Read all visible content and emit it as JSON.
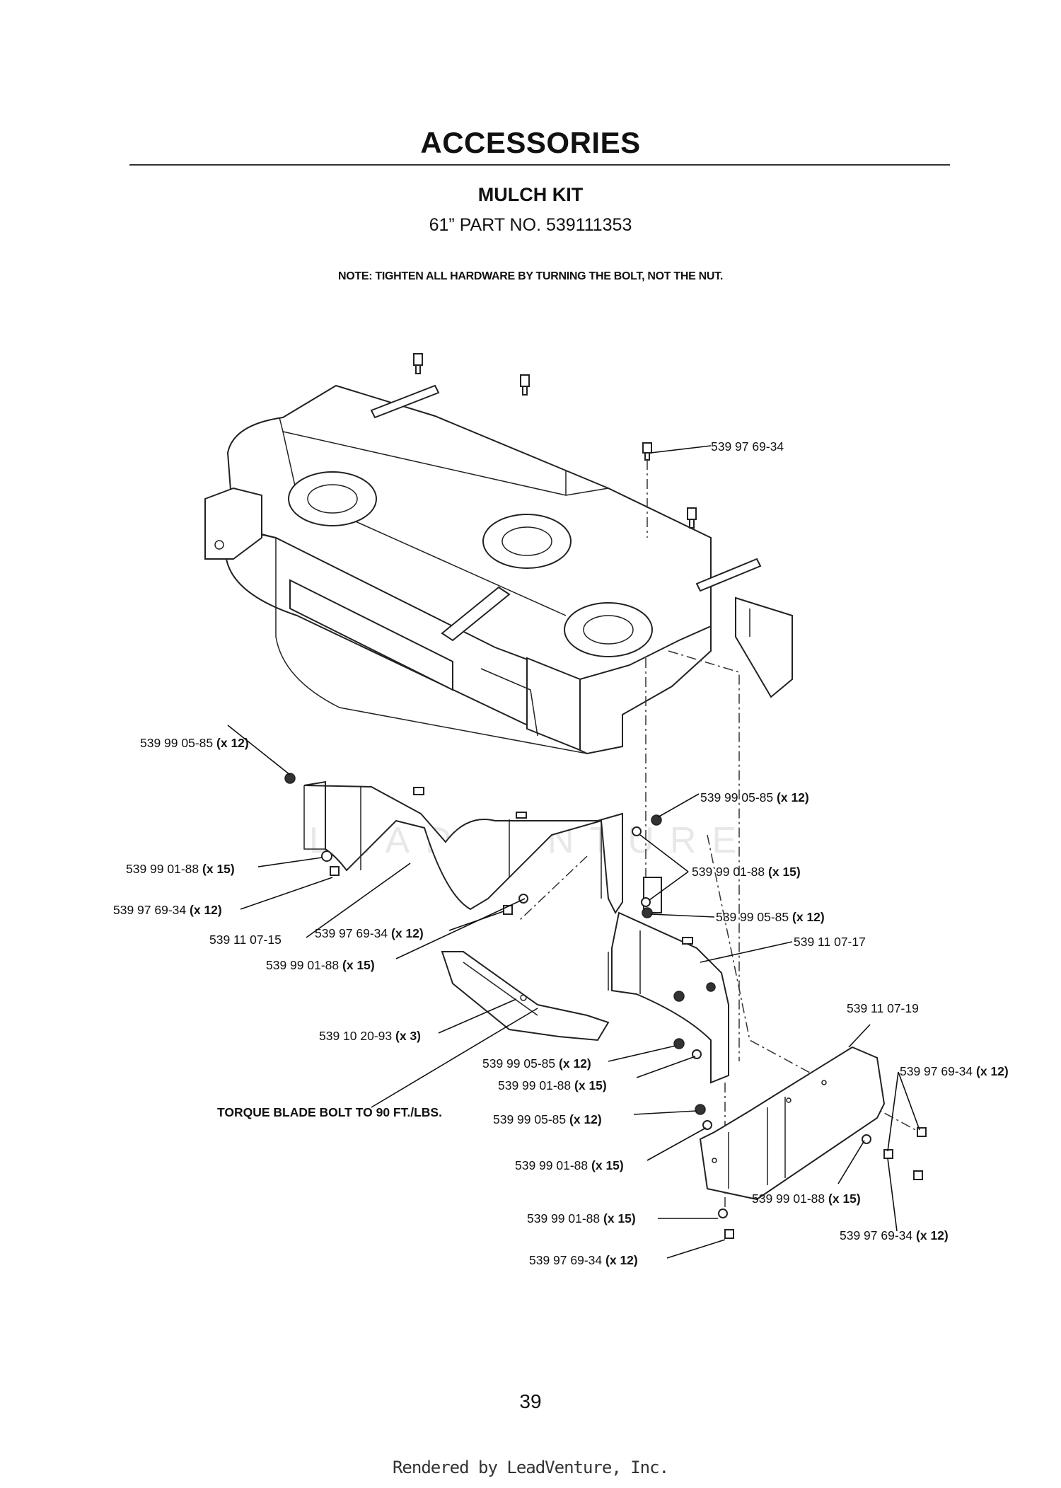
{
  "page": {
    "title": "ACCESSORIES",
    "subtitle": "MULCH KIT",
    "part_number": "61” PART NO. 539111353",
    "note": "NOTE: TIGHTEN ALL HARDWARE BY TURNING THE BOLT, NOT THE NUT.",
    "page_number": "39",
    "footer": "Rendered by LeadVenture, Inc.",
    "watermark": "LEADVENTURE"
  },
  "callouts": {
    "c01": {
      "part": "539 97 69-34",
      "qty": ""
    },
    "c02": {
      "part": "539 99 05-85",
      "qty": "(x 12)"
    },
    "c03": {
      "part": "539 99 05-85",
      "qty": "(x 12)"
    },
    "c04": {
      "part": "539 99 01-88",
      "qty": "(x 15)"
    },
    "c05": {
      "part": "539 99 01-88",
      "qty": "(x 15)"
    },
    "c06": {
      "part": "539 97 69-34",
      "qty": "(x 12)"
    },
    "c07": {
      "part": "539 99 05-85",
      "qty": "(x 12)"
    },
    "c08": {
      "part": "539 11 07-15",
      "qty": ""
    },
    "c09": {
      "part": "539 97 69-34",
      "qty": "(x 12)"
    },
    "c10": {
      "part": "539 11 07-17",
      "qty": ""
    },
    "c11": {
      "part": "539 99 01-88",
      "qty": "(x 15)"
    },
    "c12": {
      "part": "539 11 07-19",
      "qty": ""
    },
    "c13": {
      "part": "539 10 20-93",
      "qty": "(x 3)"
    },
    "c14": {
      "part": "539 99 05-85",
      "qty": "(x 12)"
    },
    "c15": {
      "part": "539 97 69-34",
      "qty": "(x 12)"
    },
    "c16": {
      "part": "539 99 01-88",
      "qty": "(x 15)"
    },
    "c17": {
      "part": "539 99 05-85",
      "qty": "(x 12)"
    },
    "c18": {
      "part": "539 99 01-88",
      "qty": "(x 15)"
    },
    "c19": {
      "part": "539 99 01-88",
      "qty": "(x 15)"
    },
    "c20": {
      "part": "539 99 01-88",
      "qty": "(x 15)"
    },
    "c21": {
      "part": "539 97 69-34",
      "qty": "(x 12)"
    },
    "c22": {
      "part": "539 97 69-34",
      "qty": "(x 12)"
    },
    "torque": "TORQUE BLADE BOLT TO 90 FT./LBS."
  }
}
